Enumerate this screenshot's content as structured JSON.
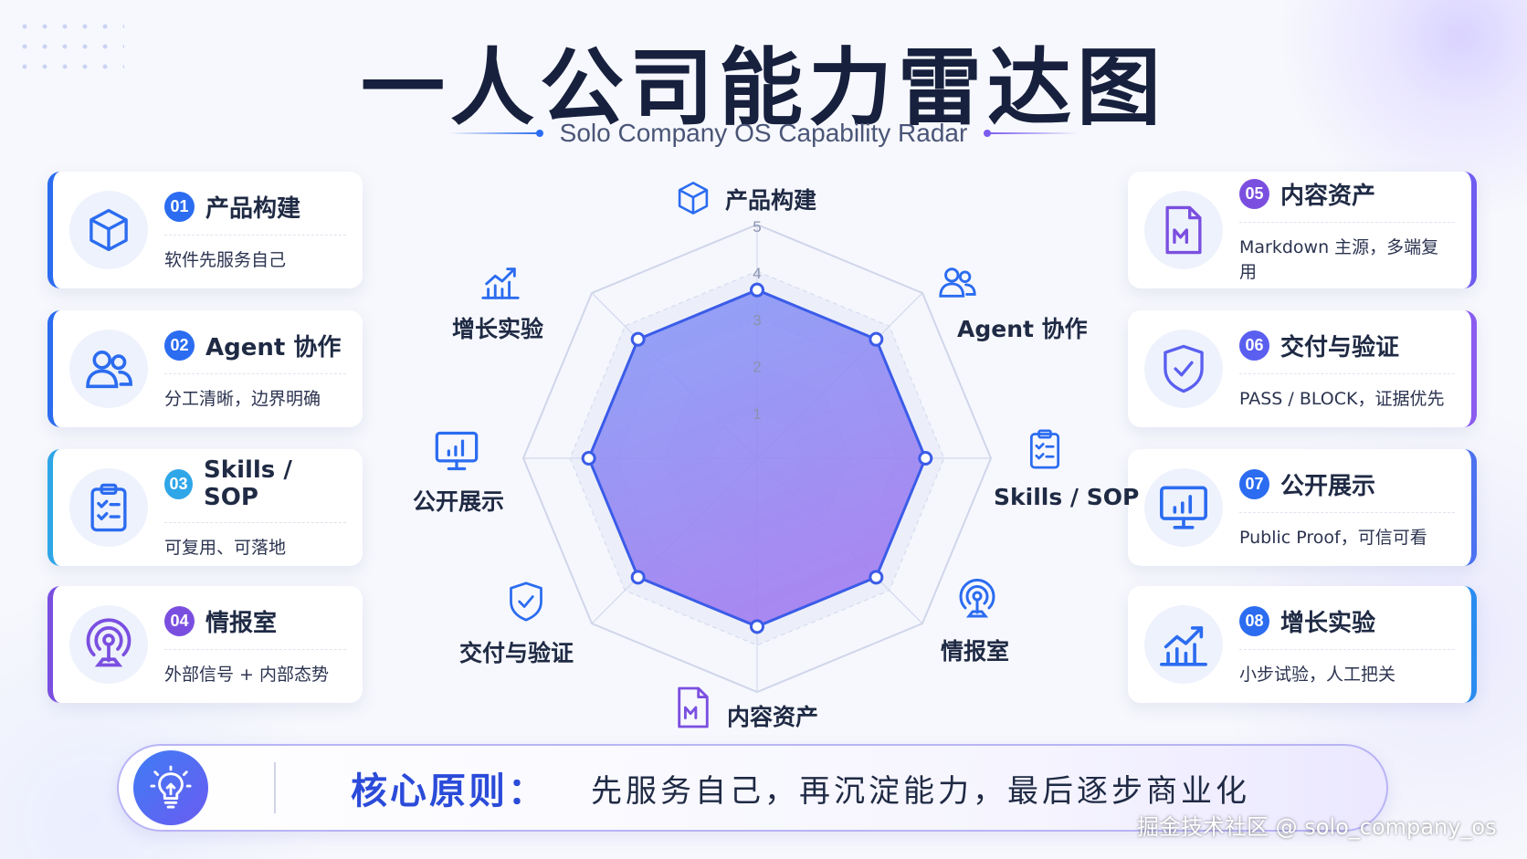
{
  "header": {
    "title": "一人公司能力雷达图",
    "subtitle": "Solo Company OS Capability Radar"
  },
  "cards_left": [
    {
      "num": "01",
      "name": "产品构建",
      "desc": "软件先服务自己",
      "icon": "cube-icon",
      "color": "#2b6cf0"
    },
    {
      "num": "02",
      "name": "Agent 协作",
      "desc": "分工清晰，边界明确",
      "icon": "users-icon",
      "color": "#2b6cf0"
    },
    {
      "num": "03",
      "name": "Skills / SOP",
      "desc": "可复用、可落地",
      "icon": "checklist-icon",
      "color": "#2fa6e8"
    },
    {
      "num": "04",
      "name": "情报室",
      "desc": "外部信号 + 内部态势",
      "icon": "signal-icon",
      "color": "#7a4fe0"
    }
  ],
  "cards_right": [
    {
      "num": "05",
      "name": "内容资产",
      "desc": "Markdown 主源，多端复用",
      "icon": "markdown-file-icon",
      "color": "#7a4fe0"
    },
    {
      "num": "06",
      "name": "交付与验证",
      "desc": "PASS / BLOCK，证据优先",
      "icon": "shield-check-icon",
      "color": "#5a5ff0"
    },
    {
      "num": "07",
      "name": "公开展示",
      "desc": "Public Proof，可信可看",
      "icon": "monitor-chart-icon",
      "color": "#2b6cf0"
    },
    {
      "num": "08",
      "name": "增长实验",
      "desc": "小步试验，人工把关",
      "icon": "growth-chart-icon",
      "color": "#2b6cf0"
    }
  ],
  "radar": {
    "axes": [
      "产品构建",
      "Agent 协作",
      "Skills / SOP",
      "情报室",
      "内容资产",
      "交付与验证",
      "公开展示",
      "增长实验"
    ],
    "values": [
      3.6,
      3.6,
      3.6,
      3.6,
      3.6,
      3.6,
      3.6,
      3.6
    ],
    "max": 5,
    "ticks": [
      "1",
      "2",
      "3",
      "4",
      "5"
    ],
    "fill_color": "#6a6ff0",
    "line_color": "#3b5ce8"
  },
  "principle": {
    "title": "核心原则：",
    "text": "先服务自己，再沉淀能力，最后逐步商业化"
  },
  "watermark": "掘金技术社区 @ solo_company_os"
}
